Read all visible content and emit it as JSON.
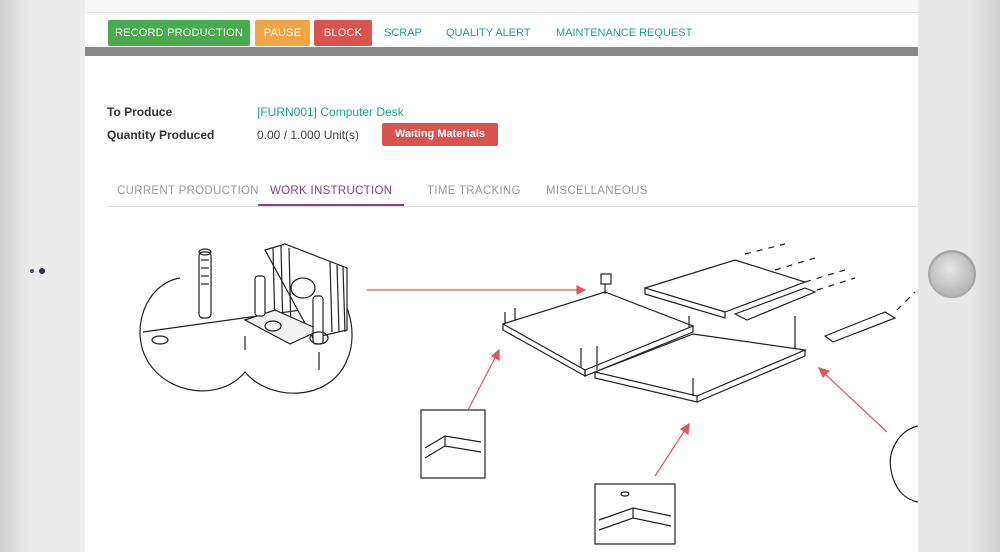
{
  "toolbar": {
    "record_production": "RECORD PRODUCTION",
    "pause": "PAUSE",
    "block": "BLOCK",
    "scrap": "SCRAP",
    "quality_alert": "QUALITY ALERT",
    "maintenance_request": "MAINTENANCE REQUEST"
  },
  "details": {
    "to_produce_label": "To Produce",
    "to_produce_value": "[FURN001] Computer Desk",
    "quantity_label": "Quantity Produced",
    "quantity_value": "0.00 / 1.000 Unit(s)",
    "status_badge": "Waiting Materials"
  },
  "tabs": [
    {
      "label": "CURRENT PRODUCTION"
    },
    {
      "label": "WORK INSTRUCTION",
      "active": true
    },
    {
      "label": "TIME TRACKING"
    },
    {
      "label": "MISCELLANEOUS"
    }
  ],
  "colors": {
    "record_production": "#4aab4e",
    "pause": "#f0a646",
    "block": "#d9534f",
    "link": "#1aa393",
    "active_tab": "#8f3c8f",
    "badge": "#d9534f"
  },
  "icons": [
    "camera-icon",
    "home-button-icon"
  ]
}
